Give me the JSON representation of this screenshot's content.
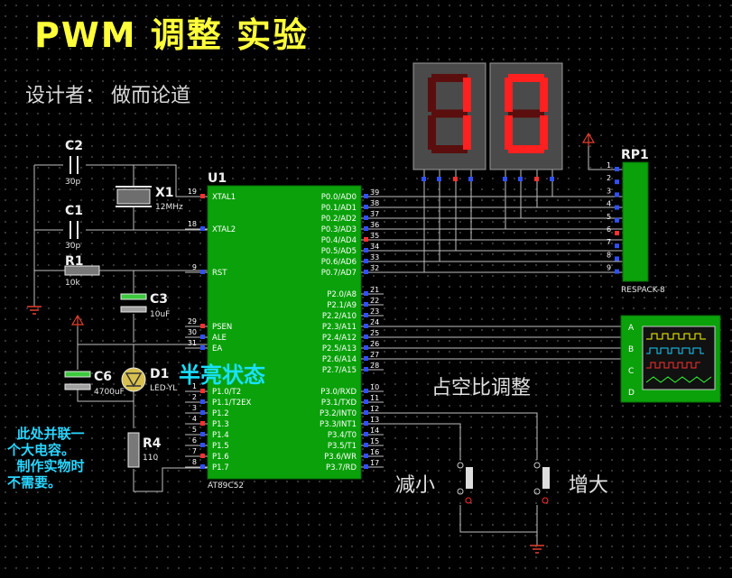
{
  "title": "PWM 调整 实验",
  "designer": "设计者：  做而论道",
  "state_label": "半亮状态",
  "duty_label": "占空比调整",
  "decrease_label": "减小",
  "increase_label": "增大",
  "note": "  此处并联一\n个大电容。\n  制作实物时\n不需要。",
  "display": {
    "digits": [
      "1",
      "0"
    ],
    "segment_on": "#ff2020",
    "segment_off": "#5a0e0e"
  },
  "colors": {
    "chip": "#0aa10a",
    "wire": "#bfbfbf",
    "text": "#ffffff",
    "title": "#ffff3b",
    "note": "#29d6ff"
  },
  "components": {
    "c2": {
      "ref": "C2",
      "value": "30p"
    },
    "c1": {
      "ref": "C1",
      "value": "30p"
    },
    "x1": {
      "ref": "X1",
      "value": "12MHz"
    },
    "r1": {
      "ref": "R1",
      "value": "10k"
    },
    "c3": {
      "ref": "C3",
      "value": "10uF"
    },
    "c6": {
      "ref": "C6",
      "value": "4700uF"
    },
    "d1": {
      "ref": "D1",
      "value": "LED-YL"
    },
    "r4": {
      "ref": "R4",
      "value": "110"
    },
    "u1": {
      "ref": "U1",
      "part": "AT89C52"
    },
    "rp1": {
      "ref": "RP1",
      "part": "RESPACK-8",
      "pins": [
        "1",
        "2",
        "3",
        "4",
        "5",
        "6",
        "7",
        "8",
        "9"
      ]
    }
  },
  "scope_channels": [
    "A",
    "B",
    "C",
    "D"
  ],
  "left_pins": [
    {
      "num": "19",
      "name": "XTAL1"
    },
    {
      "num": "18",
      "name": "XTAL2"
    },
    {
      "num": "9",
      "name": "RST"
    },
    {
      "num": "29",
      "name": "PSEN"
    },
    {
      "num": "30",
      "name": "ALE"
    },
    {
      "num": "31",
      "name": "EA"
    },
    {
      "num": "1",
      "name": "P1.0/T2"
    },
    {
      "num": "2",
      "name": "P1.1/T2EX"
    },
    {
      "num": "3",
      "name": "P1.2"
    },
    {
      "num": "4",
      "name": "P1.3"
    },
    {
      "num": "5",
      "name": "P1.4"
    },
    {
      "num": "6",
      "name": "P1.5"
    },
    {
      "num": "7",
      "name": "P1.6"
    },
    {
      "num": "8",
      "name": "P1.7"
    }
  ],
  "right_pins": [
    {
      "num": "39",
      "name": "P0.0/AD0"
    },
    {
      "num": "38",
      "name": "P0.1/AD1"
    },
    {
      "num": "37",
      "name": "P0.2/AD2"
    },
    {
      "num": "36",
      "name": "P0.3/AD3"
    },
    {
      "num": "35",
      "name": "P0.4/AD4"
    },
    {
      "num": "34",
      "name": "P0.5/AD5"
    },
    {
      "num": "33",
      "name": "P0.6/AD6"
    },
    {
      "num": "32",
      "name": "P0.7/AD7"
    },
    {
      "num": "21",
      "name": "P2.0/A8"
    },
    {
      "num": "22",
      "name": "P2.1/A9"
    },
    {
      "num": "23",
      "name": "P2.2/A10"
    },
    {
      "num": "24",
      "name": "P2.3/A11"
    },
    {
      "num": "25",
      "name": "P2.4/A12"
    },
    {
      "num": "26",
      "name": "P2.5/A13"
    },
    {
      "num": "27",
      "name": "P2.6/A14"
    },
    {
      "num": "28",
      "name": "P2.7/A15"
    },
    {
      "num": "10",
      "name": "P3.0/RXD"
    },
    {
      "num": "11",
      "name": "P3.1/TXD"
    },
    {
      "num": "12",
      "name": "P3.2/INT0"
    },
    {
      "num": "13",
      "name": "P3.3/INT1"
    },
    {
      "num": "14",
      "name": "P3.4/T0"
    },
    {
      "num": "15",
      "name": "P3.5/T1"
    },
    {
      "num": "16",
      "name": "P3.6/WR"
    },
    {
      "num": "17",
      "name": "P3.7/RD"
    }
  ]
}
